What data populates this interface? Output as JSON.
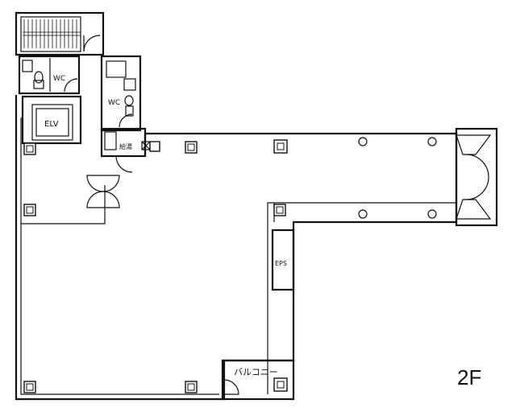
{
  "floor": "2F",
  "rooms": {
    "wc1": "WC",
    "wc2": "WC",
    "elevator": "ELV",
    "kitchenette": "給湯",
    "eps": "EPS",
    "balcony": "バルコニー"
  }
}
